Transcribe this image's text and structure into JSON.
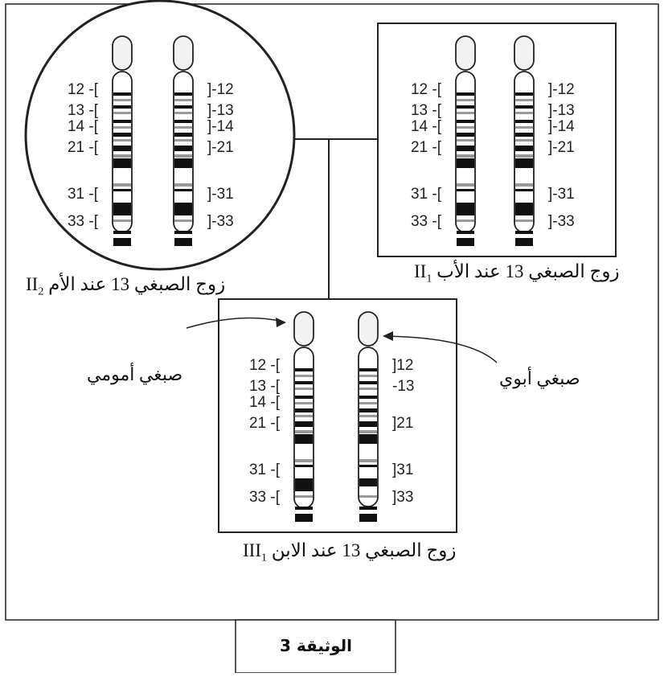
{
  "panels": {
    "mother": {
      "caption_text": "زوج الصبغي 13 عند الأم",
      "caption_roman": "II",
      "caption_sub": "2",
      "left_bands": [
        "12",
        "13",
        "14",
        "21",
        "31",
        "33"
      ],
      "right_bands": [
        "12",
        "13",
        "14",
        "21",
        "31",
        "33"
      ]
    },
    "father": {
      "caption_text": "زوج الصبغي 13 عند الأب",
      "caption_roman": "II",
      "caption_sub": "1",
      "left_bands": [
        "12",
        "13",
        "14",
        "21",
        "31",
        "33"
      ],
      "right_bands": [
        "12",
        "13",
        "14",
        "21",
        "31",
        "33"
      ]
    },
    "child": {
      "caption_text": "زوج الصبغي 13 عند الابن",
      "caption_roman": "III",
      "caption_sub": "1",
      "left_bands": [
        "12",
        "13",
        "14",
        "21",
        "31",
        "33"
      ],
      "right_bands": [
        "12",
        "13",
        "21",
        "31",
        "33"
      ],
      "right_band_glyphs": [
        "]",
        "-",
        "]",
        "]",
        "]"
      ],
      "maternal_label": "صبغي أمومي",
      "paternal_label": "صبغي أبوي"
    }
  },
  "document_label": "الوثيقة 3",
  "colors": {
    "line": "#222222",
    "band_dark": "#111111",
    "band_grey": "#999999",
    "centromere_fill": "#f2f2f2",
    "text": "#111111"
  }
}
